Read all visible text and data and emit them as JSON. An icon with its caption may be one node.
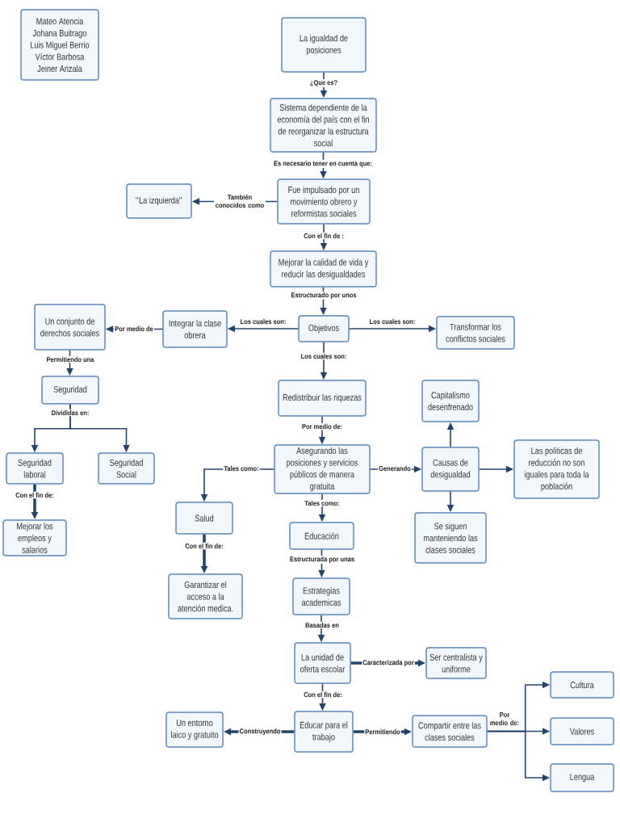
{
  "diagram": {
    "nodes": [
      {
        "text": [
          "Mateo Atencia",
          "Johana Buitrago",
          "Luis Miguel Berrio",
          "Víctor Barbosa",
          "Jeiner Arizala"
        ]
      },
      {
        "text": [
          "La igualdad de posiciones"
        ]
      },
      {
        "text": [
          "Sistema dependiente de la economía del país con el fin de reorganizar la estructura social"
        ]
      },
      {
        "text": [
          "\"La izquierda\""
        ]
      },
      {
        "text": [
          "Fue impulsado por un movimiento obrero y reformistas sociales"
        ]
      },
      {
        "text": [
          "Mejorar la calidad de vida y reducir las desigualdades"
        ]
      },
      {
        "text": [
          "Un conjunto de derechos sociales"
        ]
      },
      {
        "text": [
          "Integrar la clase obrera"
        ]
      },
      {
        "text": [
          "Objetivos"
        ]
      },
      {
        "text": [
          "Transformar los conflictos sociales"
        ]
      },
      {
        "text": [
          "Seguridad"
        ]
      },
      {
        "text": [
          "Redistribuir las riquezas"
        ]
      },
      {
        "text": [
          "Capitalismo desenfrenado"
        ]
      },
      {
        "text": [
          "Las políticas de reducción no son iguales para toda la población"
        ]
      },
      {
        "text": [
          "Asegurando las posiciones y servicios públicos de manera gratuita"
        ]
      },
      {
        "text": [
          "Causas de desigualdad"
        ]
      },
      {
        "text": [
          "Seguridad laboral"
        ]
      },
      {
        "text": [
          "Seguridad Social"
        ]
      },
      {
        "text": [
          "Salud"
        ]
      },
      {
        "text": [
          "Se siguen manteniendo las clases sociales"
        ]
      },
      {
        "text": [
          "Mejorar los empleos y salarios"
        ]
      },
      {
        "text": [
          "Educación"
        ]
      },
      {
        "text": [
          "Garantizar el acceso a la atención medica."
        ]
      },
      {
        "text": [
          "Estrategias academicas"
        ]
      },
      {
        "text": [
          "La unidad de oferta escolar"
        ]
      },
      {
        "text": [
          "Ser centralista y uniforme"
        ]
      },
      {
        "text": [
          "Cultura"
        ]
      },
      {
        "text": [
          "Un entorno laico y gratuito"
        ]
      },
      {
        "text": [
          "Educar para el trabajo"
        ]
      },
      {
        "text": [
          "Compartir entre las clases sociales"
        ]
      },
      {
        "text": [
          "Valores"
        ]
      },
      {
        "text": [
          "Lengua"
        ]
      }
    ],
    "edges": [
      {
        "from": 1,
        "to": 2,
        "arrow": "to",
        "label": "¿Que es?"
      },
      {
        "from": 2,
        "to": 4,
        "arrow": "to",
        "label": "Es necesario tener en cuenta que:"
      },
      {
        "from": 4,
        "to": 3,
        "arrow": "to",
        "label": "También conocidos como"
      },
      {
        "from": 4,
        "to": 5,
        "arrow": "to",
        "label": "Con el fin de :"
      },
      {
        "from": 5,
        "to": 8,
        "arrow": "to",
        "label": "Estructurado por unos"
      },
      {
        "from": 8,
        "to": 7,
        "arrow": "to",
        "label": "Los cuales son:"
      },
      {
        "from": 7,
        "to": 6,
        "arrow": "to",
        "label": "Por medio de"
      },
      {
        "from": 8,
        "to": 9,
        "arrow": "to",
        "label": "Los cuales son:"
      },
      {
        "from": 8,
        "to": 11,
        "arrow": "to",
        "label": "Los cuales son:"
      },
      {
        "from": 6,
        "to": 10,
        "arrow": "to",
        "label": "Permitiendo una"
      },
      {
        "from": 10,
        "to": 16,
        "arrow": "to",
        "label": "Divididas en:"
      },
      {
        "from": 10,
        "to": 17,
        "arrow": "to"
      },
      {
        "from": 16,
        "to": 20,
        "arrow": "to",
        "label": "Con el fin de:",
        "style": "thick"
      },
      {
        "from": 11,
        "to": 14,
        "arrow": "to",
        "label": "Por medio de:"
      },
      {
        "from": 14,
        "to": 18,
        "arrow": "to",
        "label": "Tales como:"
      },
      {
        "from": 14,
        "to": 15,
        "arrow": "to",
        "label": "Generando"
      },
      {
        "from": 14,
        "to": 21,
        "arrow": "to",
        "label": "Tales como:"
      },
      {
        "from": 15,
        "to": 12,
        "arrow": "to"
      },
      {
        "from": 15,
        "to": 13,
        "arrow": "to"
      },
      {
        "from": 15,
        "to": 19,
        "arrow": "to"
      },
      {
        "from": 18,
        "to": 22,
        "arrow": "to",
        "label": "Con el fin de:",
        "style": "thick"
      },
      {
        "from": 21,
        "to": 23,
        "arrow": "to",
        "label": "Estructurada por unas"
      },
      {
        "from": 23,
        "to": 24,
        "arrow": "to",
        "label": "Basadas en"
      },
      {
        "from": 24,
        "to": 25,
        "arrow": "to",
        "label": "Caracterizada por",
        "style": "thick"
      },
      {
        "from": 24,
        "to": 28,
        "arrow": "to",
        "label": "Con el fin de:"
      },
      {
        "from": 28,
        "to": 27,
        "arrow": "to",
        "label": "Construyendo",
        "style": "thick"
      },
      {
        "from": 28,
        "to": 29,
        "arrow": "to",
        "label": "Permitiendo",
        "style": "thick"
      },
      {
        "from": 29,
        "to": 26,
        "arrow": "to"
      },
      {
        "from": 29,
        "to": 30,
        "arrow": "to",
        "label": "Por medio de:"
      },
      {
        "from": 29,
        "to": 31,
        "arrow": "to"
      }
    ]
  }
}
